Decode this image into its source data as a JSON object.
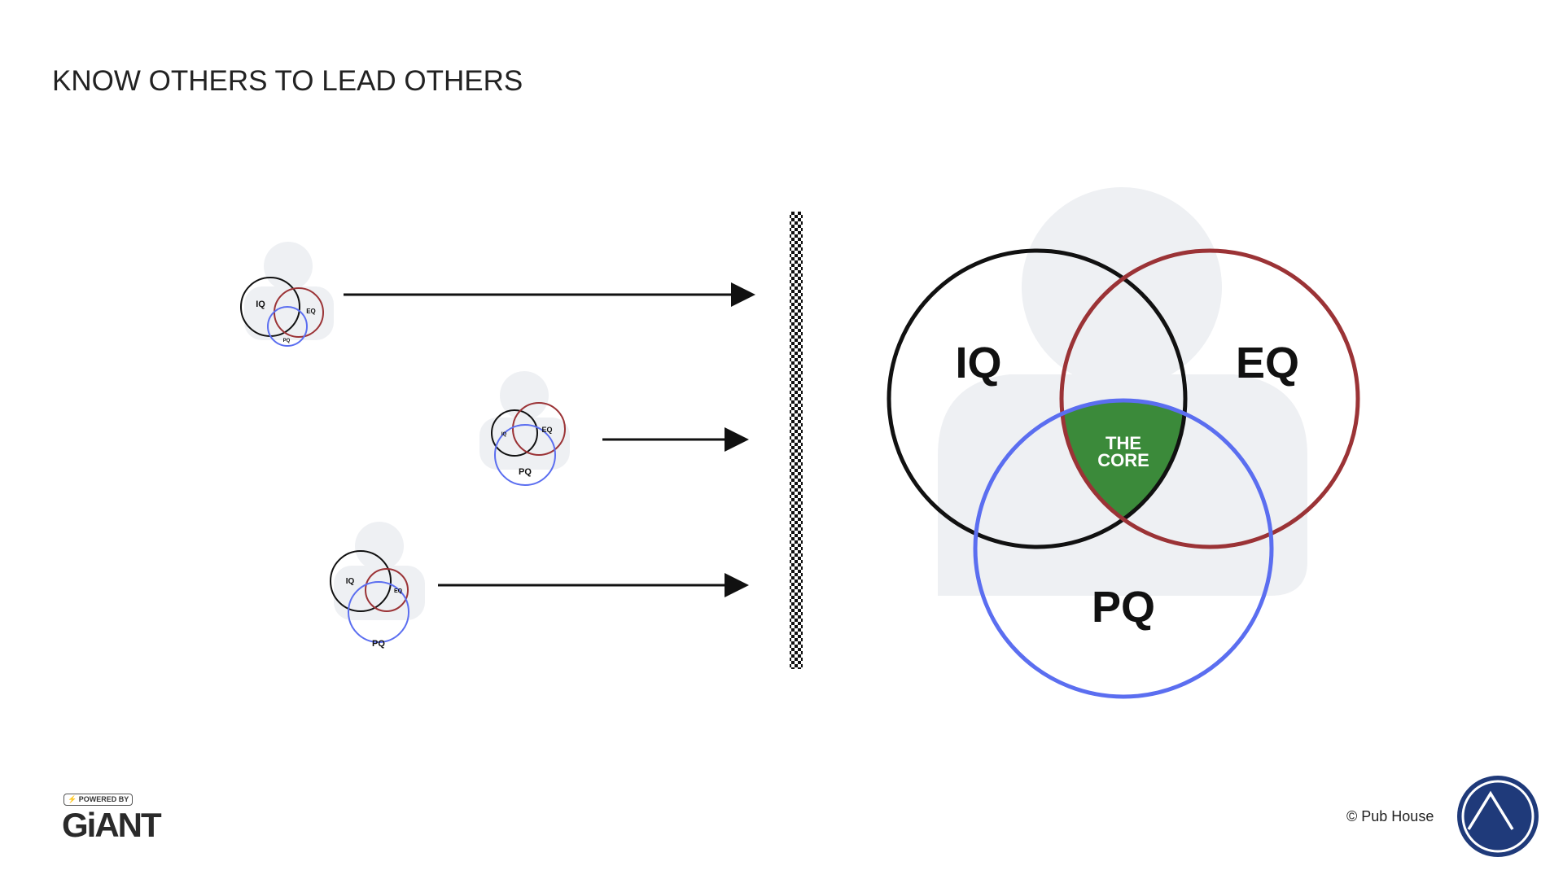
{
  "title": "KNOW OTHERS TO LEAD OTHERS",
  "main_venn": {
    "iq": "IQ",
    "eq": "EQ",
    "pq": "PQ",
    "core_line1": "THE",
    "core_line2": "CORE"
  },
  "small_venns": [
    {
      "iq": "IQ",
      "eq": "EQ",
      "pq": "PQ"
    },
    {
      "iq": "IQ",
      "eq": "EQ",
      "pq": "PQ"
    },
    {
      "iq": "IQ",
      "eq": "EQ",
      "pq": "PQ"
    }
  ],
  "footer": {
    "powered_by": "⚡ POWERED BY",
    "brand": "GiANT",
    "copyright": "© Pub House"
  },
  "colors": {
    "iq": "#111111",
    "eq": "#9b3336",
    "pq": "#5b6ef0",
    "core": "#3b8a3a",
    "silhouette": "#eef0f3",
    "logo": "#1f3a7a"
  }
}
